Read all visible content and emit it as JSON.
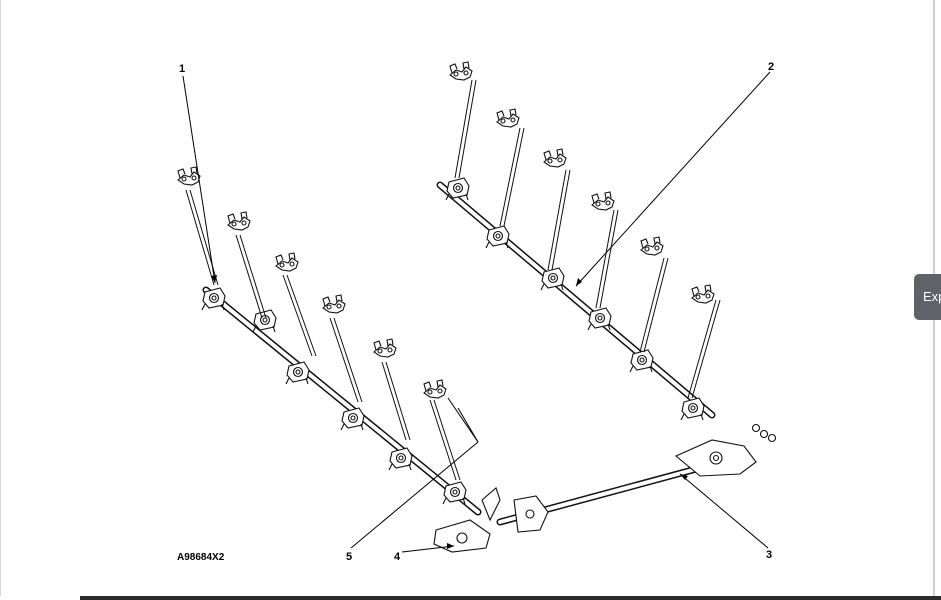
{
  "diagram": {
    "figure_id": "A98684X2",
    "callouts": [
      "1",
      "2",
      "3",
      "4",
      "5"
    ]
  },
  "side_tab": {
    "label": "Exp"
  }
}
